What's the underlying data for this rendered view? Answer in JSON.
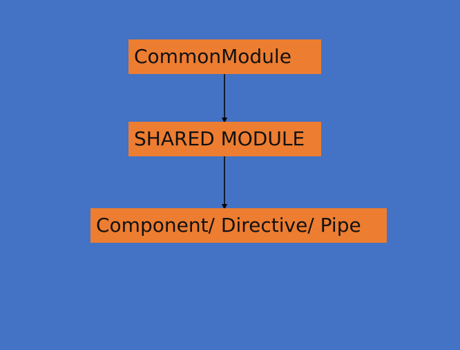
{
  "diagram": {
    "background_color": "#4472c4",
    "box_color": "#ed7d31",
    "text_color": "#111111",
    "nodes": [
      {
        "label": "CommonModule"
      },
      {
        "label": "SHARED MODULE"
      },
      {
        "label": "Component/ Directive/ Pipe"
      }
    ],
    "edges": [
      {
        "from": "CommonModule",
        "to": "SHARED MODULE"
      },
      {
        "from": "SHARED MODULE",
        "to": "Component/ Directive/ Pipe"
      }
    ]
  }
}
